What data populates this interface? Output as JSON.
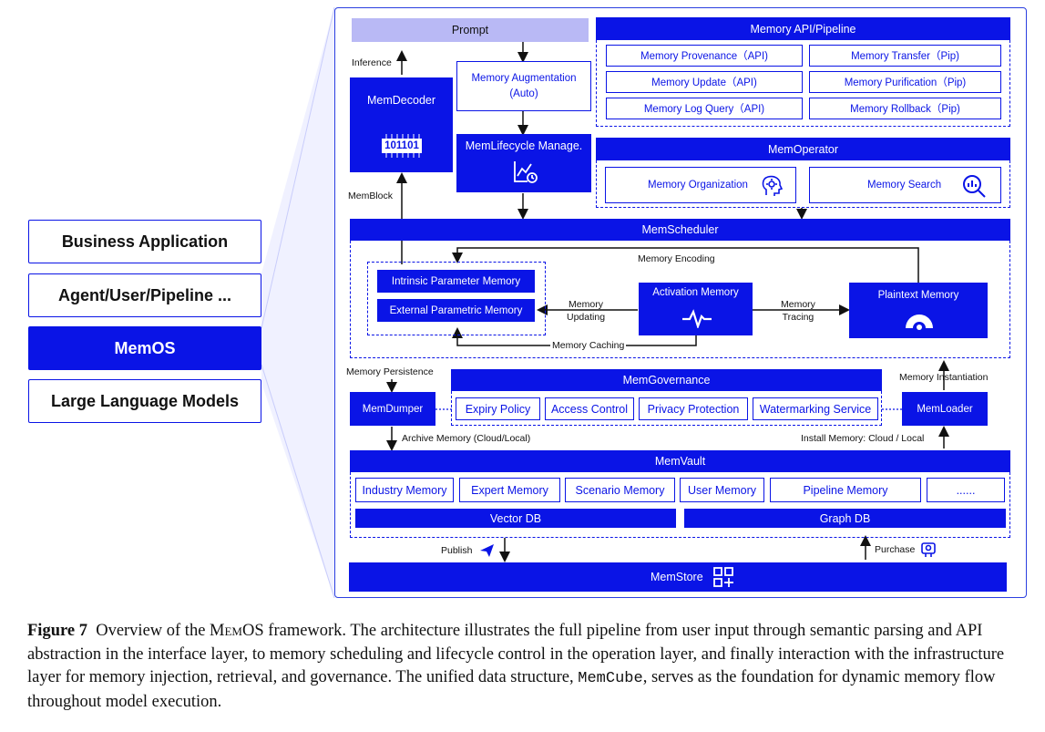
{
  "side_stack": {
    "items": [
      {
        "label": "Business Application",
        "active": false
      },
      {
        "label": "Agent/User/Pipeline ...",
        "active": false
      },
      {
        "label": "MemOS",
        "active": true
      },
      {
        "label": "Large Language Models",
        "active": false
      }
    ]
  },
  "interface": {
    "prompt": "Prompt",
    "inference": "Inference",
    "memdecoder": "MemDecoder",
    "memdecoder_chip": "101101",
    "memblock": "MemBlock",
    "augmentation": "Memory Augmentation\n(Auto)",
    "lifecycle": "MemLifecycle Manage.",
    "api_title": "Memory API/Pipeline",
    "api_items": [
      "Memory Provenance（API)",
      "Memory Transfer（Pip)",
      "Memory Update（API)",
      "Memory Purification（Pip)",
      "Memory Log Query（API)",
      "Memory Rollback（Pip)"
    ],
    "operator_title": "MemOperator",
    "operator_items": [
      "Memory Organization",
      "Memory Search"
    ]
  },
  "operation": {
    "scheduler": "MemScheduler",
    "encoding": "Memory Encoding",
    "intrinsic": "Intrinsic Parameter Memory",
    "external": "External Parametric Memory",
    "updating": "Memory\nUpdating",
    "activation": "Activation Memory",
    "tracing": "Memory\nTracing",
    "plaintext": "Plaintext Memory",
    "caching": "Memory Caching"
  },
  "infrastructure": {
    "persistence": "Memory Persistence",
    "instantiation": "Memory Instantiation",
    "dumper": "MemDumper",
    "loader": "MemLoader",
    "governance_title": "MemGovernance",
    "governance_items": [
      "Expiry Policy",
      "Access Control",
      "Privacy Protection",
      "Watermarking Service"
    ],
    "archive": "Archive Memory (Cloud/Local)",
    "install": "Install Memory: Cloud / Local",
    "vault_title": "MemVault",
    "vault_items": [
      "Industry Memory",
      "Expert Memory",
      "Scenario Memory",
      "User Memory",
      "Pipeline Memory",
      "......"
    ],
    "vector_db": "Vector DB",
    "graph_db": "Graph DB",
    "publish": "Publish",
    "purchase": "Purchase",
    "memstore": "MemStore"
  },
  "caption": {
    "fig_label": "Figure 7",
    "text_1": "Overview of the ",
    "memos": "MemOS",
    "text_2": " framework. The architecture illustrates the full pipeline from user input through semantic parsing and API abstraction in the interface layer, to memory scheduling and lifecycle control in the operation layer, and finally interaction with the infrastructure layer for memory injection, retrieval, and governance. The unified data structure, ",
    "memcube": "MemCube",
    "text_3": ", serves as the foundation for dynamic memory flow throughout model execution."
  },
  "colors": {
    "accent": "#0a14e6",
    "prompt_bg": "#b9b9f5",
    "frame_border": "#2b3fe0"
  }
}
